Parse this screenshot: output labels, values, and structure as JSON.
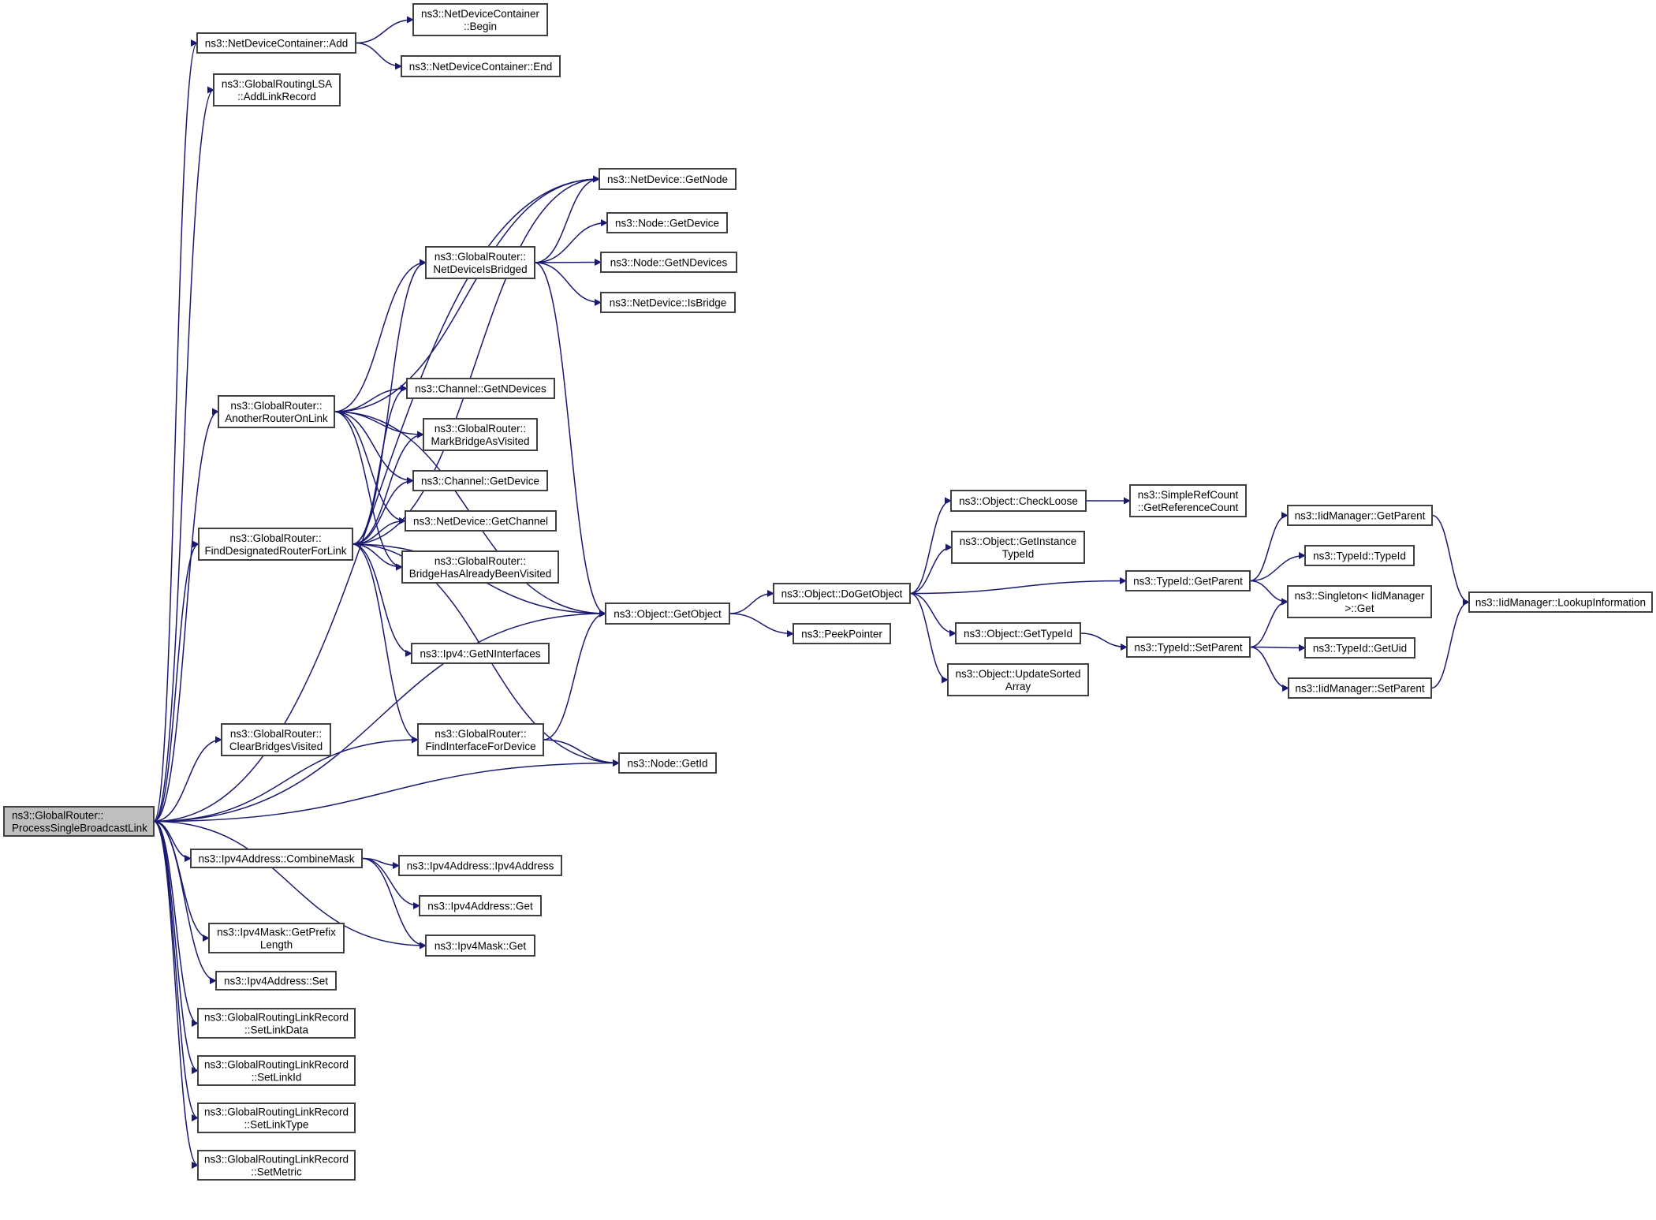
{
  "title": "ns3::GlobalRouter::ProcessSingleBroadcastLink call graph",
  "colors": {
    "edge": "#191970",
    "root_fill": "#bfbfbf",
    "node_fill": "#ffffff",
    "border": "#404040"
  },
  "nodes": [
    {
      "id": "root",
      "lines": [
        "ns3::GlobalRouter::",
        "ProcessSingleBroadcastLink"
      ],
      "root": true
    },
    {
      "id": "ndcAdd",
      "lines": [
        "ns3::NetDeviceContainer::Add"
      ]
    },
    {
      "id": "ndcBegin",
      "lines": [
        "ns3::NetDeviceContainer",
        "::Begin"
      ]
    },
    {
      "id": "ndcEnd",
      "lines": [
        "ns3::NetDeviceContainer::End"
      ]
    },
    {
      "id": "addLinkRecord",
      "lines": [
        "ns3::GlobalRoutingLSA",
        "::AddLinkRecord"
      ]
    },
    {
      "id": "ndGetNode",
      "lines": [
        "ns3::NetDevice::GetNode"
      ]
    },
    {
      "id": "nodeGetDevice",
      "lines": [
        "ns3::Node::GetDevice"
      ]
    },
    {
      "id": "netDevIsBridged",
      "lines": [
        "ns3::GlobalRouter::",
        "NetDeviceIsBridged"
      ]
    },
    {
      "id": "nodeGetNDevices",
      "lines": [
        "ns3::Node::GetNDevices"
      ]
    },
    {
      "id": "ndIsBridge",
      "lines": [
        "ns3::NetDevice::IsBridge"
      ]
    },
    {
      "id": "anotherRouter",
      "lines": [
        "ns3::GlobalRouter::",
        "AnotherRouterOnLink"
      ]
    },
    {
      "id": "chGetNDevices",
      "lines": [
        "ns3::Channel::GetNDevices"
      ]
    },
    {
      "id": "markBridge",
      "lines": [
        "ns3::GlobalRouter::",
        "MarkBridgeAsVisited"
      ]
    },
    {
      "id": "chGetDevice",
      "lines": [
        "ns3::Channel::GetDevice"
      ]
    },
    {
      "id": "ndGetChannel",
      "lines": [
        "ns3::NetDevice::GetChannel"
      ]
    },
    {
      "id": "findDR",
      "lines": [
        "ns3::GlobalRouter::",
        "FindDesignatedRouterForLink"
      ]
    },
    {
      "id": "bridgeVisited",
      "lines": [
        "ns3::GlobalRouter::",
        "BridgeHasAlreadyBeenVisited"
      ]
    },
    {
      "id": "getObject",
      "lines": [
        "ns3::Object::GetObject"
      ]
    },
    {
      "id": "getNInterfaces",
      "lines": [
        "ns3::Ipv4::GetNInterfaces"
      ]
    },
    {
      "id": "clearBridges",
      "lines": [
        "ns3::GlobalRouter::",
        "ClearBridgesVisited"
      ]
    },
    {
      "id": "findIface",
      "lines": [
        "ns3::GlobalRouter::",
        "FindInterfaceForDevice"
      ]
    },
    {
      "id": "nodeGetId",
      "lines": [
        "ns3::Node::GetId"
      ]
    },
    {
      "id": "combineMask",
      "lines": [
        "ns3::Ipv4Address::CombineMask"
      ]
    },
    {
      "id": "ipv4Addr",
      "lines": [
        "ns3::Ipv4Address::Ipv4Address"
      ]
    },
    {
      "id": "ipv4AddrGet",
      "lines": [
        "ns3::Ipv4Address::Get"
      ]
    },
    {
      "id": "ipv4MaskGet",
      "lines": [
        "ns3::Ipv4Mask::Get"
      ]
    },
    {
      "id": "prefixLen",
      "lines": [
        "ns3::Ipv4Mask::GetPrefix",
        "Length"
      ]
    },
    {
      "id": "ipv4AddrSet",
      "lines": [
        "ns3::Ipv4Address::Set"
      ]
    },
    {
      "id": "setLinkData",
      "lines": [
        "ns3::GlobalRoutingLinkRecord",
        "::SetLinkData"
      ]
    },
    {
      "id": "setLinkId",
      "lines": [
        "ns3::GlobalRoutingLinkRecord",
        "::SetLinkId"
      ]
    },
    {
      "id": "setLinkType",
      "lines": [
        "ns3::GlobalRoutingLinkRecord",
        "::SetLinkType"
      ]
    },
    {
      "id": "setMetric",
      "lines": [
        "ns3::GlobalRoutingLinkRecord",
        "::SetMetric"
      ]
    },
    {
      "id": "doGetObject",
      "lines": [
        "ns3::Object::DoGetObject"
      ]
    },
    {
      "id": "peekPointer",
      "lines": [
        "ns3::PeekPointer"
      ]
    },
    {
      "id": "checkLoose",
      "lines": [
        "ns3::Object::CheckLoose"
      ]
    },
    {
      "id": "getInstTypeId",
      "lines": [
        "ns3::Object::GetInstance",
        "TypeId"
      ]
    },
    {
      "id": "objGetTypeId",
      "lines": [
        "ns3::Object::GetTypeId"
      ]
    },
    {
      "id": "updateSorted",
      "lines": [
        "ns3::Object::UpdateSorted",
        "Array"
      ]
    },
    {
      "id": "refCount",
      "lines": [
        "ns3::SimpleRefCount",
        "::GetReferenceCount"
      ]
    },
    {
      "id": "tidGetParent",
      "lines": [
        "ns3::TypeId::GetParent"
      ]
    },
    {
      "id": "tidSetParent",
      "lines": [
        "ns3::TypeId::SetParent"
      ]
    },
    {
      "id": "iidGetParent",
      "lines": [
        "ns3::IidManager::GetParent"
      ]
    },
    {
      "id": "tidTypeId",
      "lines": [
        "ns3::TypeId::TypeId"
      ]
    },
    {
      "id": "singletonGet",
      "lines": [
        "ns3::Singleton< IidManager",
        ">::Get"
      ]
    },
    {
      "id": "tidGetUid",
      "lines": [
        "ns3::TypeId::GetUid"
      ]
    },
    {
      "id": "iidSetParent",
      "lines": [
        "ns3::IidManager::SetParent"
      ]
    },
    {
      "id": "lookupInfo",
      "lines": [
        "ns3::IidManager::LookupInformation"
      ]
    }
  ],
  "edges": [
    [
      "root",
      "ndcAdd"
    ],
    [
      "root",
      "addLinkRecord"
    ],
    [
      "root",
      "ndGetNode"
    ],
    [
      "root",
      "anotherRouter"
    ],
    [
      "root",
      "findDR"
    ],
    [
      "root",
      "getObject"
    ],
    [
      "root",
      "clearBridges"
    ],
    [
      "root",
      "findIface"
    ],
    [
      "root",
      "nodeGetId"
    ],
    [
      "root",
      "combineMask"
    ],
    [
      "root",
      "ipv4MaskGet"
    ],
    [
      "root",
      "prefixLen"
    ],
    [
      "root",
      "ipv4AddrSet"
    ],
    [
      "root",
      "setLinkData"
    ],
    [
      "root",
      "setLinkId"
    ],
    [
      "root",
      "setLinkType"
    ],
    [
      "root",
      "setMetric"
    ],
    [
      "ndcAdd",
      "ndcBegin"
    ],
    [
      "ndcAdd",
      "ndcEnd"
    ],
    [
      "netDevIsBridged",
      "ndGetNode"
    ],
    [
      "netDevIsBridged",
      "nodeGetDevice"
    ],
    [
      "netDevIsBridged",
      "nodeGetNDevices"
    ],
    [
      "netDevIsBridged",
      "ndIsBridge"
    ],
    [
      "netDevIsBridged",
      "getObject"
    ],
    [
      "anotherRouter",
      "ndGetNode"
    ],
    [
      "anotherRouter",
      "netDevIsBridged"
    ],
    [
      "anotherRouter",
      "chGetNDevices"
    ],
    [
      "anotherRouter",
      "markBridge"
    ],
    [
      "anotherRouter",
      "chGetDevice"
    ],
    [
      "anotherRouter",
      "ndGetChannel"
    ],
    [
      "anotherRouter",
      "bridgeVisited"
    ],
    [
      "anotherRouter",
      "getObject"
    ],
    [
      "findDR",
      "ndGetNode"
    ],
    [
      "findDR",
      "netDevIsBridged"
    ],
    [
      "findDR",
      "chGetNDevices"
    ],
    [
      "findDR",
      "markBridge"
    ],
    [
      "findDR",
      "chGetDevice"
    ],
    [
      "findDR",
      "ndGetChannel"
    ],
    [
      "findDR",
      "bridgeVisited"
    ],
    [
      "findDR",
      "getObject"
    ],
    [
      "findDR",
      "getNInterfaces"
    ],
    [
      "findDR",
      "findIface"
    ],
    [
      "findDR",
      "nodeGetId"
    ],
    [
      "findIface",
      "getObject"
    ],
    [
      "findIface",
      "nodeGetId"
    ],
    [
      "combineMask",
      "ipv4Addr"
    ],
    [
      "combineMask",
      "ipv4AddrGet"
    ],
    [
      "combineMask",
      "ipv4MaskGet"
    ],
    [
      "getObject",
      "doGetObject"
    ],
    [
      "getObject",
      "peekPointer"
    ],
    [
      "doGetObject",
      "checkLoose"
    ],
    [
      "doGetObject",
      "getInstTypeId"
    ],
    [
      "doGetObject",
      "tidGetParent"
    ],
    [
      "doGetObject",
      "objGetTypeId"
    ],
    [
      "doGetObject",
      "updateSorted"
    ],
    [
      "checkLoose",
      "refCount"
    ],
    [
      "objGetTypeId",
      "tidSetParent"
    ],
    [
      "tidGetParent",
      "iidGetParent"
    ],
    [
      "tidGetParent",
      "tidTypeId"
    ],
    [
      "tidGetParent",
      "singletonGet"
    ],
    [
      "tidSetParent",
      "singletonGet"
    ],
    [
      "tidSetParent",
      "tidGetUid"
    ],
    [
      "tidSetParent",
      "iidSetParent"
    ],
    [
      "iidGetParent",
      "lookupInfo"
    ],
    [
      "iidSetParent",
      "lookupInfo"
    ]
  ]
}
